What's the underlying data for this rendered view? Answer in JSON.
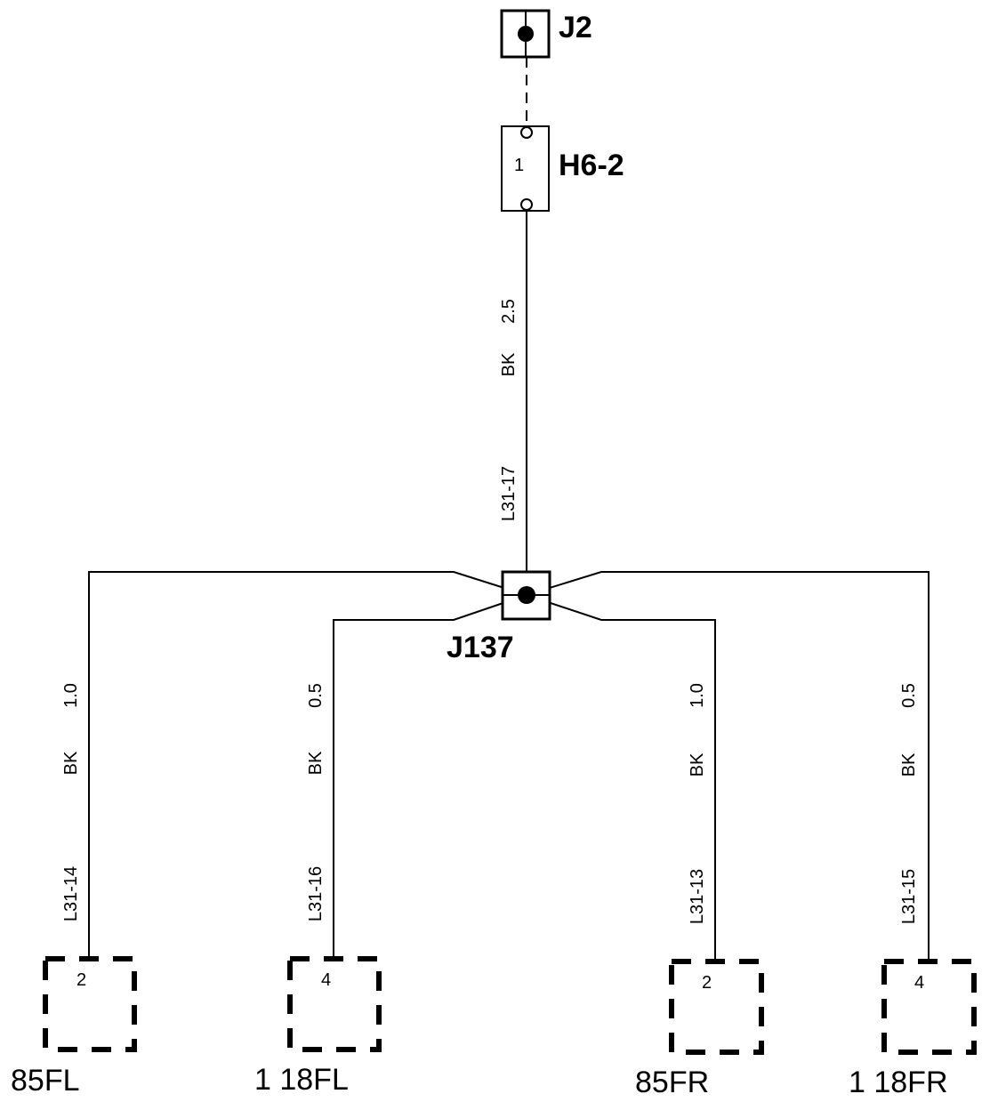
{
  "connectors": {
    "j2": "J2",
    "h6_2": "H6-2",
    "h6_2_pin": "1",
    "j137": "J137"
  },
  "top_wire": {
    "size": "2.5",
    "color": "BK",
    "id": "L31-17"
  },
  "branches": [
    {
      "size": "1.0",
      "color": "BK",
      "id": "L31-14",
      "pin": "2",
      "label": "85FL"
    },
    {
      "size": "0.5",
      "color": "BK",
      "id": "L31-16",
      "pin": "4",
      "label": "1 18FL"
    },
    {
      "size": "1.0",
      "color": "BK",
      "id": "L31-13",
      "pin": "2",
      "label": "85FR"
    },
    {
      "size": "0.5",
      "color": "BK",
      "id": "L31-15",
      "pin": "4",
      "label": "1 18FR"
    }
  ]
}
